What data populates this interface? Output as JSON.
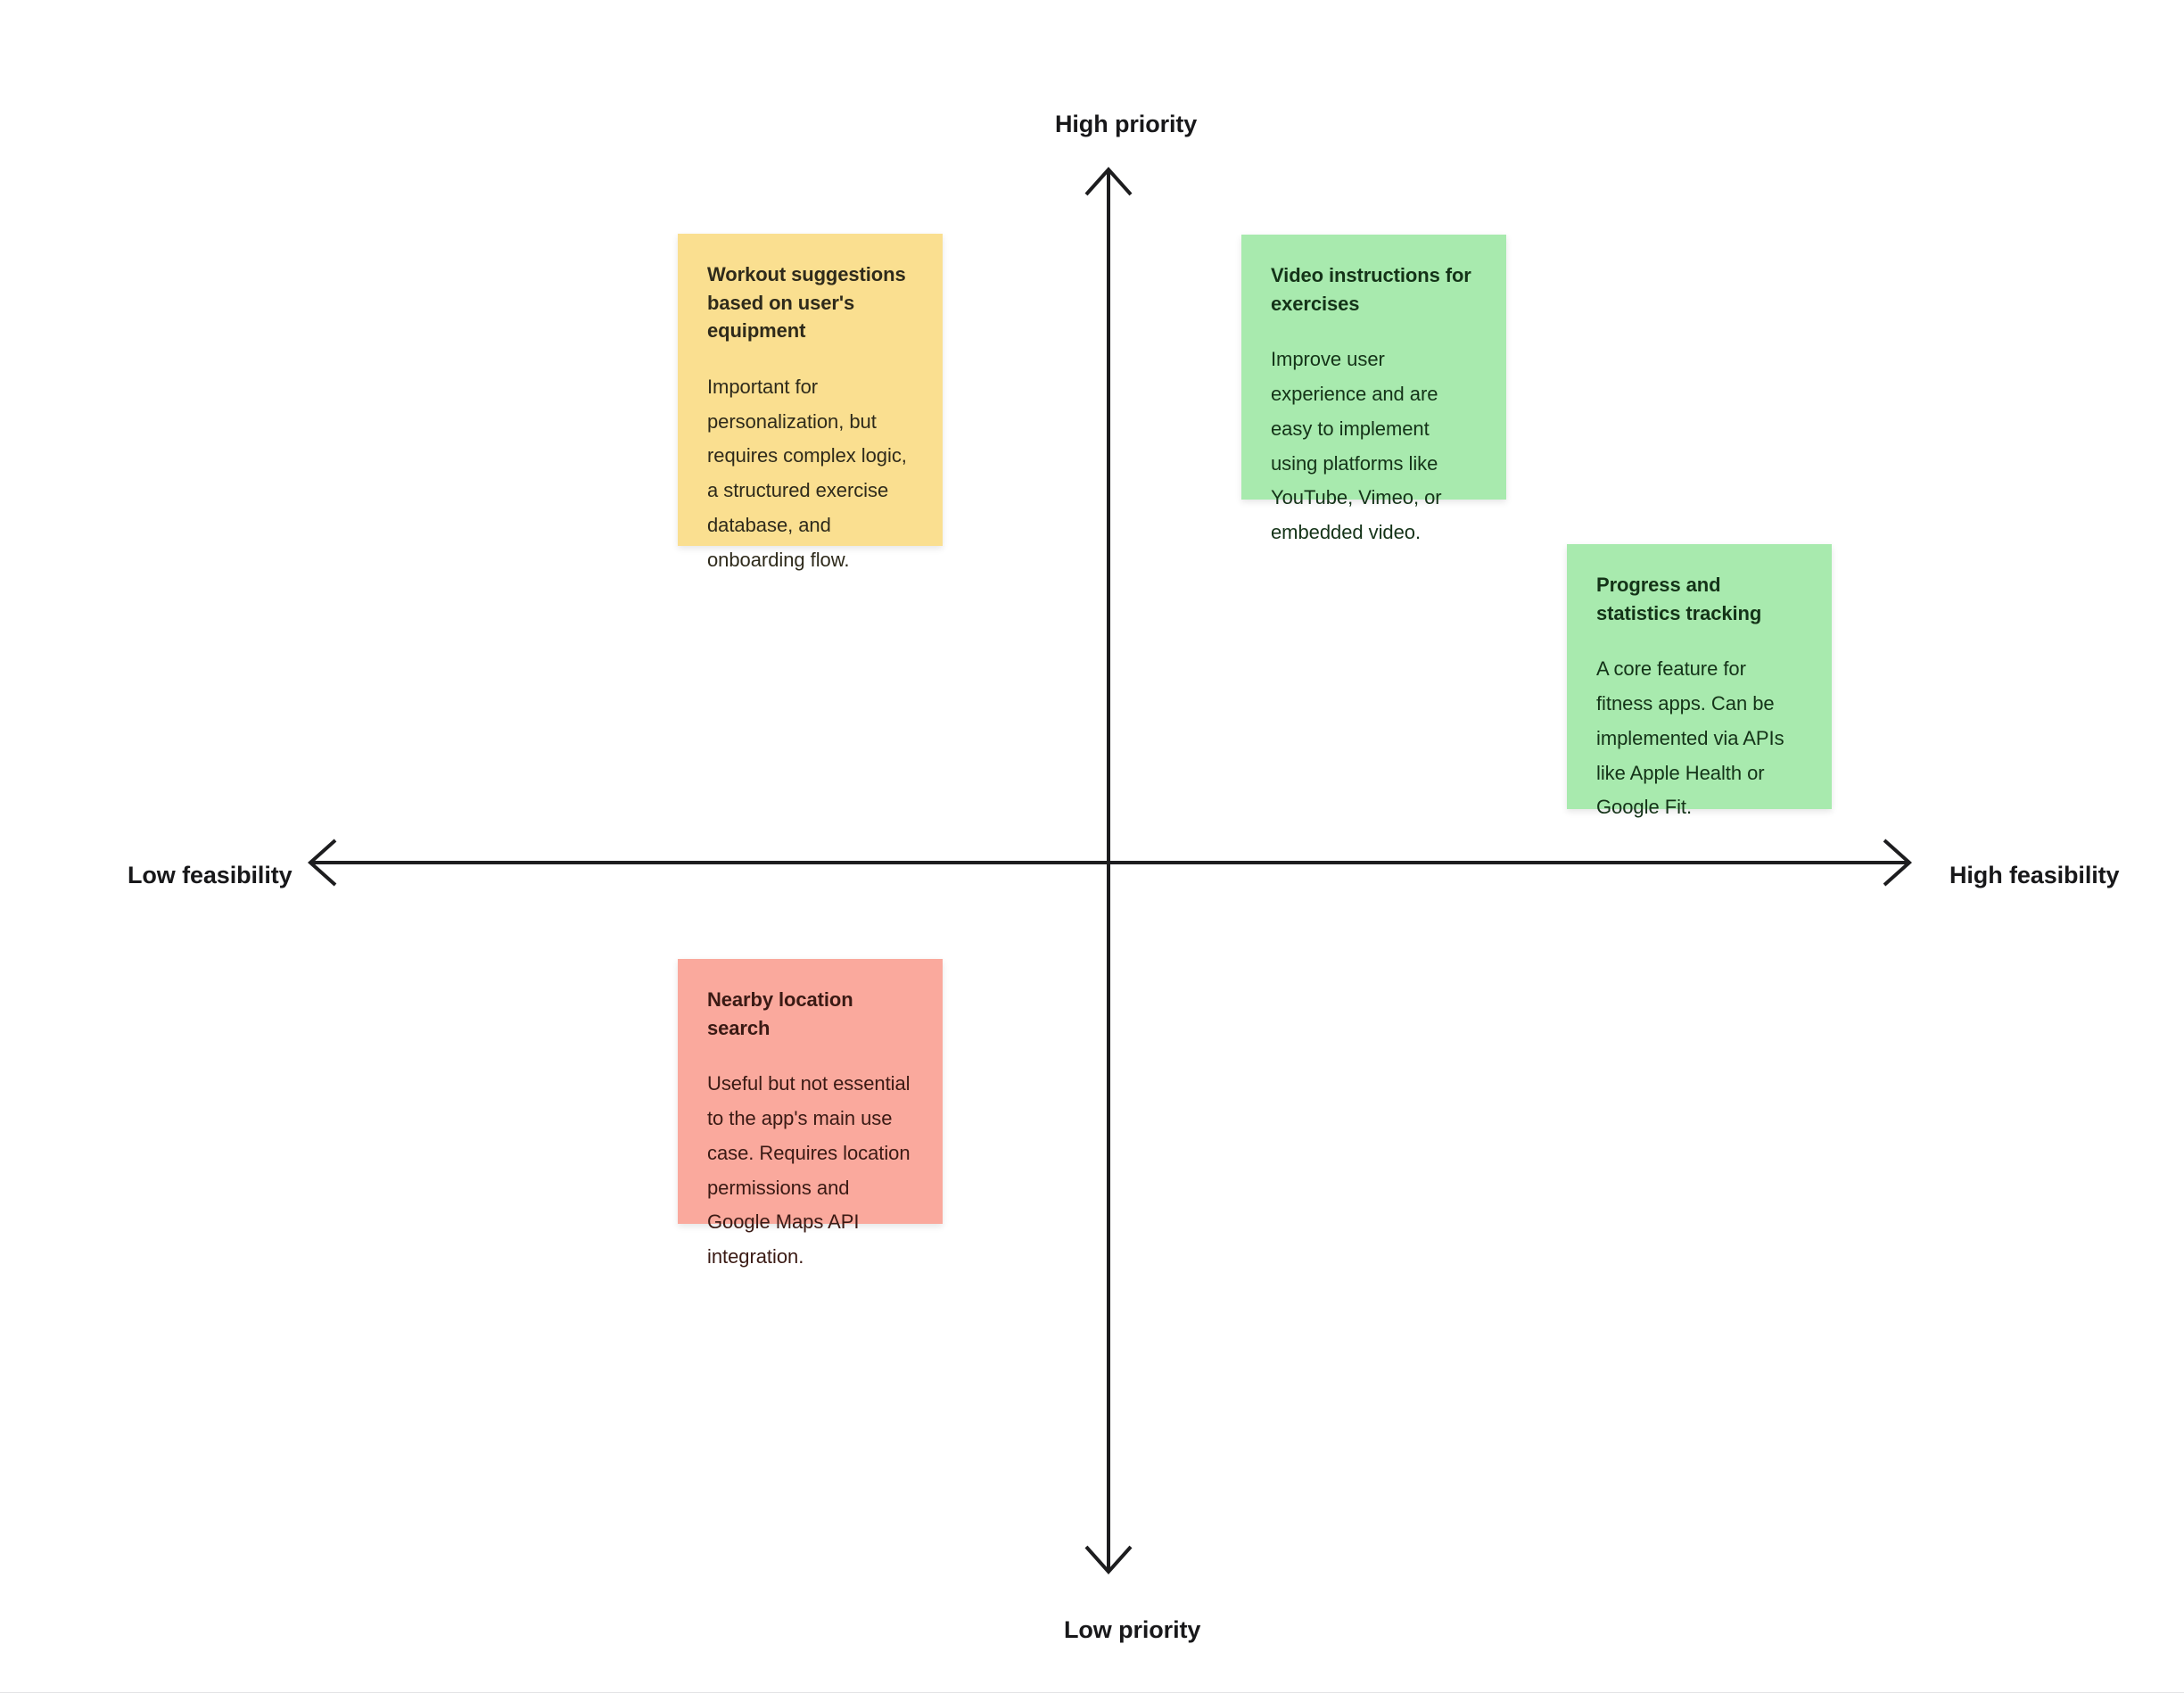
{
  "axes": {
    "vertical_top_label": "High priority",
    "vertical_bottom_label": "Low priority",
    "horizontal_left_label": "Low feasibility",
    "horizontal_right_label": "High feasibility"
  },
  "colors": {
    "yellow_note": "#fadf90",
    "green_note": "#a8eaae",
    "red_note": "#faa99d",
    "axis": "#1d1d1f",
    "background": "#ffffff"
  },
  "notes": [
    {
      "id": "workout-suggestions",
      "color": "yellow",
      "quadrant": "high-priority-low-feasibility",
      "title": "Workout suggestions based on user's equipment",
      "body": "Important for personalization, but requires complex logic, a structured exercise database, and onboarding flow."
    },
    {
      "id": "video-instructions",
      "color": "green",
      "quadrant": "high-priority-high-feasibility",
      "title": "Video instructions for exercises",
      "body": "Improve user experience and are easy to implement using platforms like YouTube, Vimeo, or embedded video."
    },
    {
      "id": "progress-tracking",
      "color": "green",
      "quadrant": "high-priority-high-feasibility",
      "title": "Progress and statistics tracking",
      "body": "A core feature for fitness apps. Can be implemented via APIs like Apple Health or Google Fit."
    },
    {
      "id": "nearby-location",
      "color": "red",
      "quadrant": "low-priority-low-feasibility",
      "title": "Nearby location search",
      "body": "Useful but not essential to the app's main use case. Requires location permissions and Google Maps API integration."
    }
  ]
}
